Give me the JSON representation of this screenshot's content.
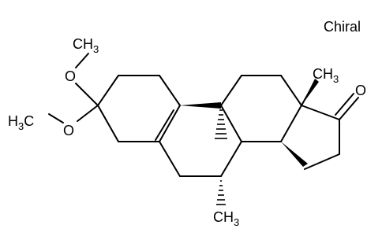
{
  "annotation": {
    "chiral": "Chiral"
  },
  "atoms": {
    "o_top": "O",
    "me_top_c": "C",
    "me_top_h": "H",
    "me_top_sub": "3",
    "o_left": "O",
    "me_left_h": "H",
    "me_left_sub": "3",
    "me_left_c": "C",
    "me_c13_c": "C",
    "me_c13_h": "H",
    "me_c13_sub": "3",
    "o_ketone": "O",
    "me_c7_c": "C",
    "me_c7_h": "H",
    "me_c7_sub": "3"
  }
}
